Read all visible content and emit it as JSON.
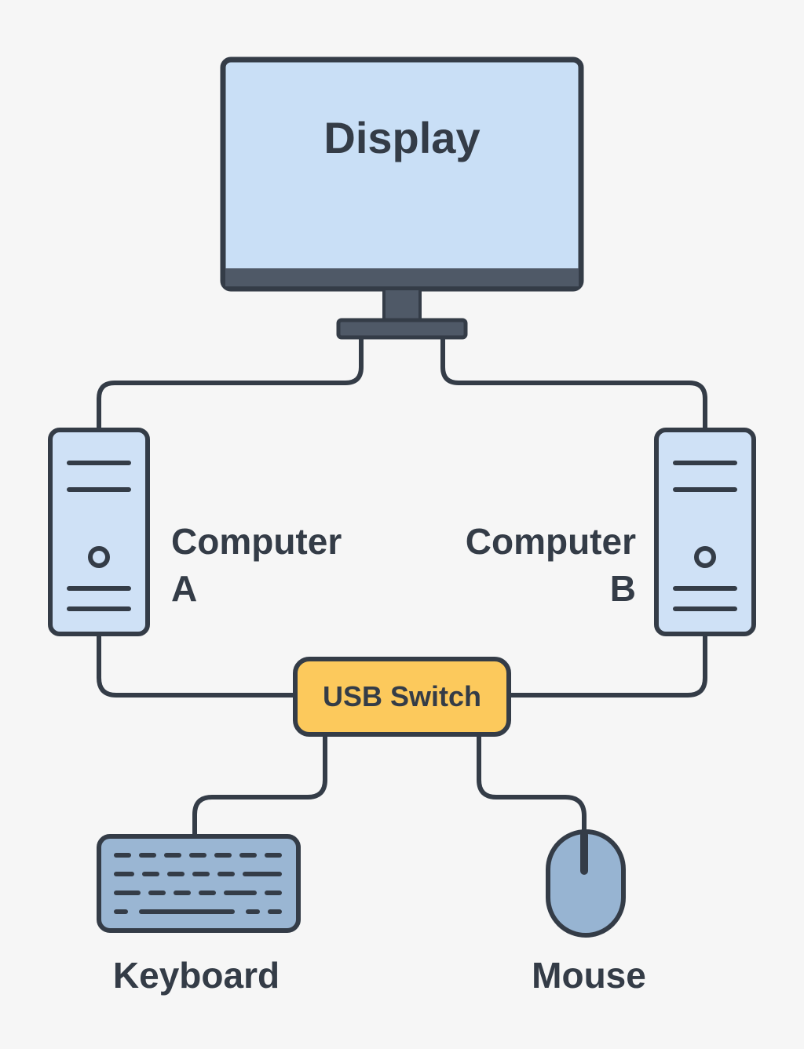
{
  "diagram": {
    "display_label": "Display",
    "computer_a_label_line1": "Computer",
    "computer_a_label_line2": "A",
    "computer_b_label_line1": "Computer",
    "computer_b_label_line2": "B",
    "usb_switch_label": "USB Switch",
    "keyboard_label": "Keyboard",
    "mouse_label": "Mouse"
  },
  "colors": {
    "background": "#f6f6f6",
    "outline": "#343c47",
    "screen_fill": "#c9dff6",
    "computer_fill": "#cfe1f6",
    "switch_fill": "#fcc95c",
    "keyboard_fill": "#9ab6d3",
    "mouse_fill": "#97b4d2"
  },
  "icons": {
    "display": "monitor-icon",
    "computer_a": "desktop-tower-icon",
    "computer_b": "desktop-tower-icon",
    "switch": "usb-switch-box",
    "keyboard": "keyboard-icon",
    "mouse": "mouse-icon"
  }
}
